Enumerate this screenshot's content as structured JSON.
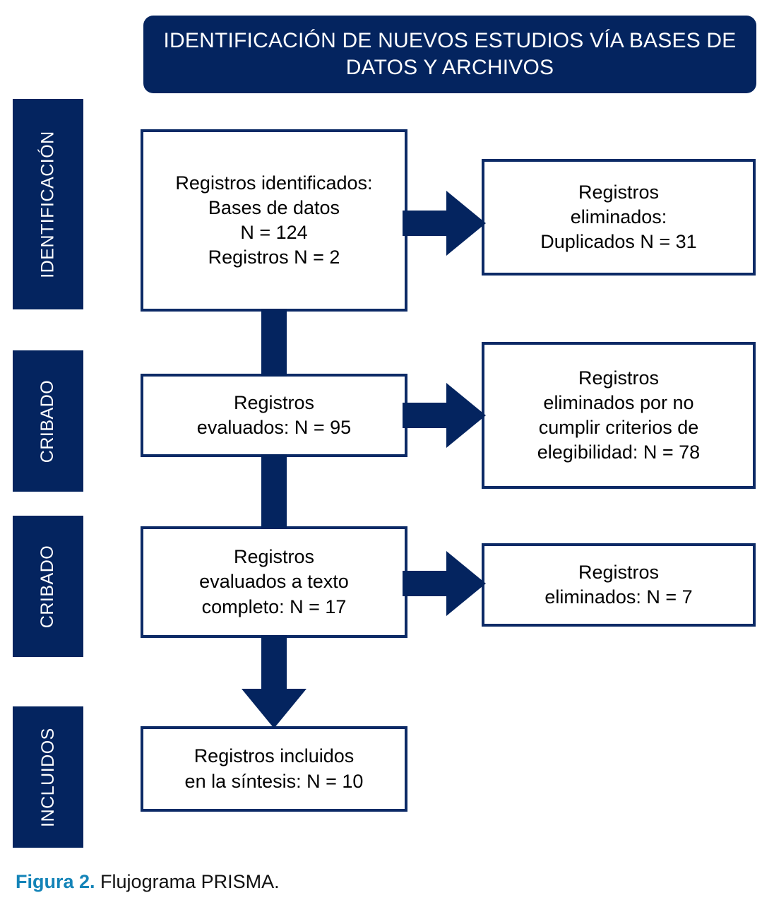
{
  "figure": {
    "type": "prisma-flow-diagram",
    "header": {
      "title": "IDENTIFICACIÓN DE NUEVOS ESTUDIOS VÍA BASES DE DATOS Y ARCHIVOS"
    },
    "stages": [
      {
        "id": "identificacion",
        "label": "IDENTIFICACIÓN"
      },
      {
        "id": "cribado-1",
        "label": "CRIBADO"
      },
      {
        "id": "cribado-2",
        "label": "CRIBADO"
      },
      {
        "id": "incluidos",
        "label": "INCLUIDOS"
      }
    ],
    "boxes": {
      "identificados": "Registros identificados:\nBases de datos\nN = 124\nRegistros N = 2",
      "duplicados": "Registros\neliminados:\nDuplicados N = 31",
      "evaluados": "Registros\nevaluados: N = 95",
      "no_elegibles": "Registros\neliminados por no\ncumplir criterios de\nelegibilidad: N = 78",
      "texto_completo": "Registros\nevaluados a texto\ncompleto: N = 17",
      "eliminados_texto": "Registros\neliminados: N = 7",
      "incluidos": "Registros incluidos\nen la síntesis: N = 10"
    },
    "counts": {
      "identificados_bases_de_datos": 124,
      "identificados_registros": 2,
      "duplicados_eliminados": 31,
      "evaluados": 95,
      "eliminados_no_elegibles": 78,
      "evaluados_texto_completo": 17,
      "eliminados_texto_completo": 7,
      "incluidos_sintesis": 10
    },
    "caption": {
      "label": "Figura 2.",
      "text": "Flujograma PRISMA."
    },
    "colors": {
      "navy": "#04245f",
      "box_border": "#0c2a66",
      "caption_accent": "#1484b8",
      "background": "#ffffff"
    }
  }
}
